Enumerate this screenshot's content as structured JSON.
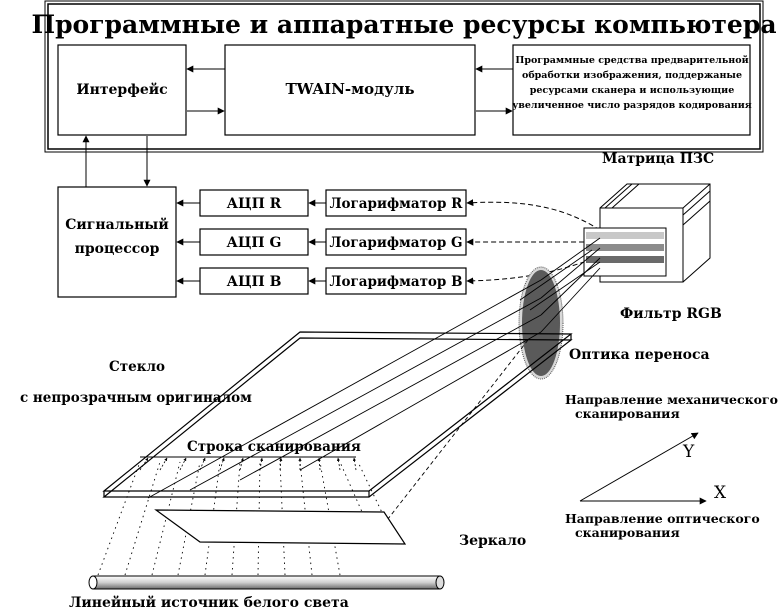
{
  "header": {
    "title": "Программные и аппаратные ресурсы компьютера"
  },
  "computer_blocks": {
    "interface": "Интерфейс",
    "twain": "TWAIN-модуль",
    "preprocessing_lines": [
      "Программные средства предварительной",
      "обработки изображения, поддержаные",
      "ресурсами сканера и использующие",
      "увеличенное число разрядов кодирования"
    ]
  },
  "signal_processor_lines": [
    "Сигнальный",
    "процессор"
  ],
  "channels": [
    {
      "adc": "АЦП R",
      "log": "Логарифматор R"
    },
    {
      "adc": "АЦП G",
      "log": "Логарифматор G"
    },
    {
      "adc": "АЦП B",
      "log": "Логарифматор B"
    }
  ],
  "labels": {
    "ccd_matrix": "Матрица ПЗС",
    "rgb_filter": "Фильтр RGB",
    "optics": "Оптика переноса",
    "glass_line1": "Стекло",
    "glass_line2": "с непрозрачным оригиналом",
    "scan_line": "Строка сканирования",
    "mirror": "Зеркало",
    "light_source": "Линейный источник белого света",
    "mech_dir_line1": "Направление механического",
    "mech_dir_line2": "сканирования",
    "opt_dir_line1": "Направление оптического",
    "opt_dir_line2": "сканирования",
    "axis_y": "Y",
    "axis_x": "X"
  },
  "colors": {
    "line": "#000000",
    "lens_fill": "#5a5a5a",
    "filter_r": "#c8c8c8",
    "filter_g": "#8c8c8c",
    "filter_b": "#6a6a6a"
  }
}
